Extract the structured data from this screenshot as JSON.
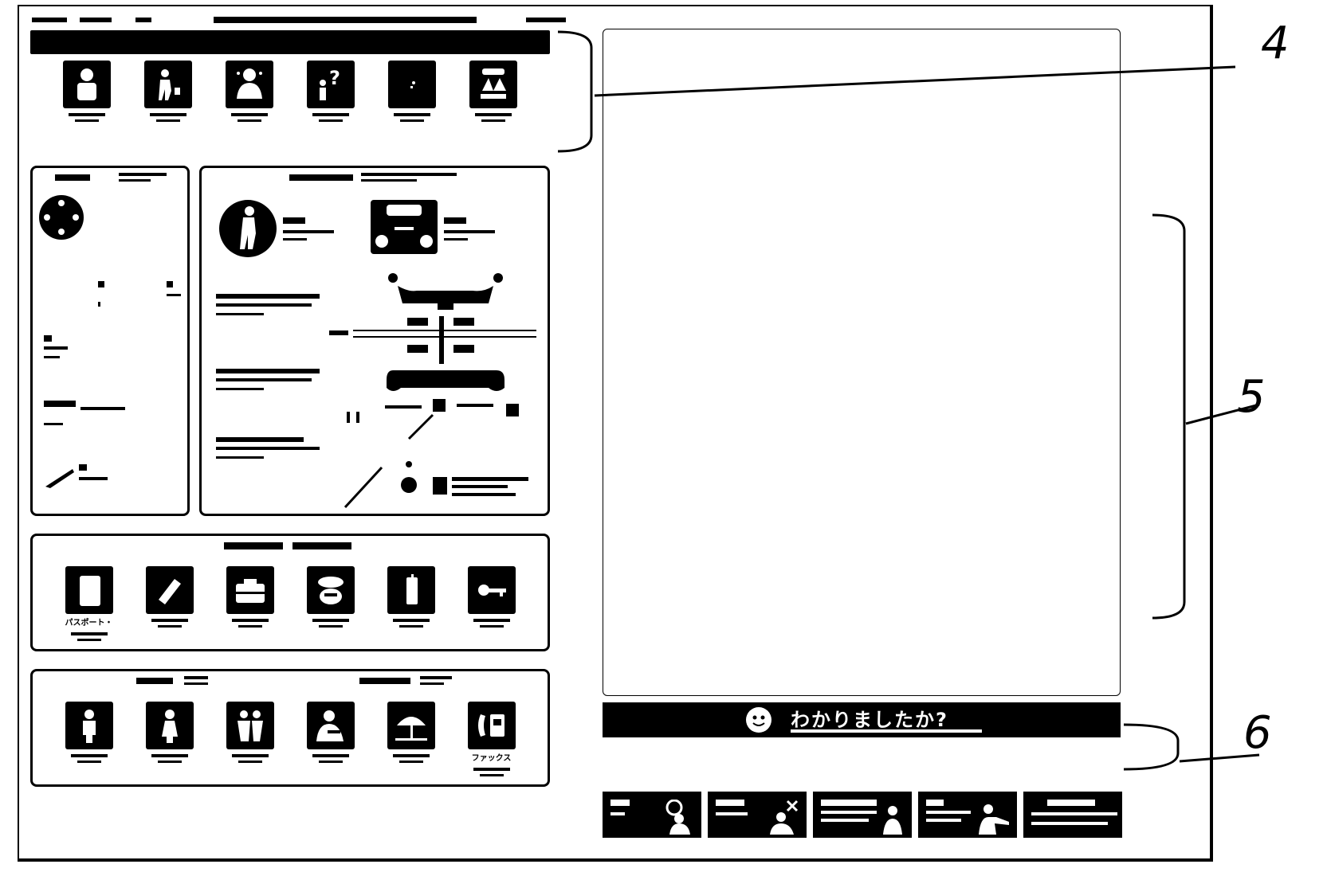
{
  "topbar": {
    "segments": 5
  },
  "header_panel": {
    "title": "",
    "tiles": [
      {
        "name": "person-icon",
        "label": ""
      },
      {
        "name": "lost-item-icon",
        "label": ""
      },
      {
        "name": "lost-child-icon",
        "label": ""
      },
      {
        "name": "question-person-icon",
        "label": ""
      },
      {
        "name": "dark-tile-icon",
        "label": ""
      },
      {
        "name": "family-icon",
        "label": ""
      }
    ]
  },
  "left_panel": {
    "title": ""
  },
  "map_panel": {
    "title": "",
    "terminals": [
      "",
      "",
      ""
    ],
    "transport": [
      "",
      ""
    ]
  },
  "items_panel": {
    "title": "",
    "tiles": [
      {
        "name": "passport-icon",
        "label": "パスポート・"
      },
      {
        "name": "wallet-icon",
        "label": ""
      },
      {
        "name": "bag-icon",
        "label": ""
      },
      {
        "name": "boarding-pass-icon",
        "label": ""
      },
      {
        "name": "phone-icon",
        "label": ""
      },
      {
        "name": "key-icon",
        "label": ""
      }
    ]
  },
  "people_panel": {
    "title_left": "",
    "title_right": "",
    "tiles": [
      {
        "name": "man-icon",
        "label": ""
      },
      {
        "name": "woman-icon",
        "label": ""
      },
      {
        "name": "family-group-icon",
        "label": ""
      },
      {
        "name": "staff-icon",
        "label": ""
      },
      {
        "name": "umbrella-icon",
        "label": ""
      },
      {
        "name": "phone-fax-icon",
        "label": "ファックス"
      }
    ]
  },
  "confirm_bar": {
    "title": "わかりましたか?"
  },
  "answer_buttons": [
    {
      "name": "yes-button",
      "label": ""
    },
    {
      "name": "no-button",
      "label": ""
    },
    {
      "name": "dont-understand-button",
      "label": ""
    },
    {
      "name": "help-button",
      "label": ""
    },
    {
      "name": "other-button",
      "label": ""
    }
  ],
  "callouts": [
    "4",
    "5",
    "6"
  ]
}
